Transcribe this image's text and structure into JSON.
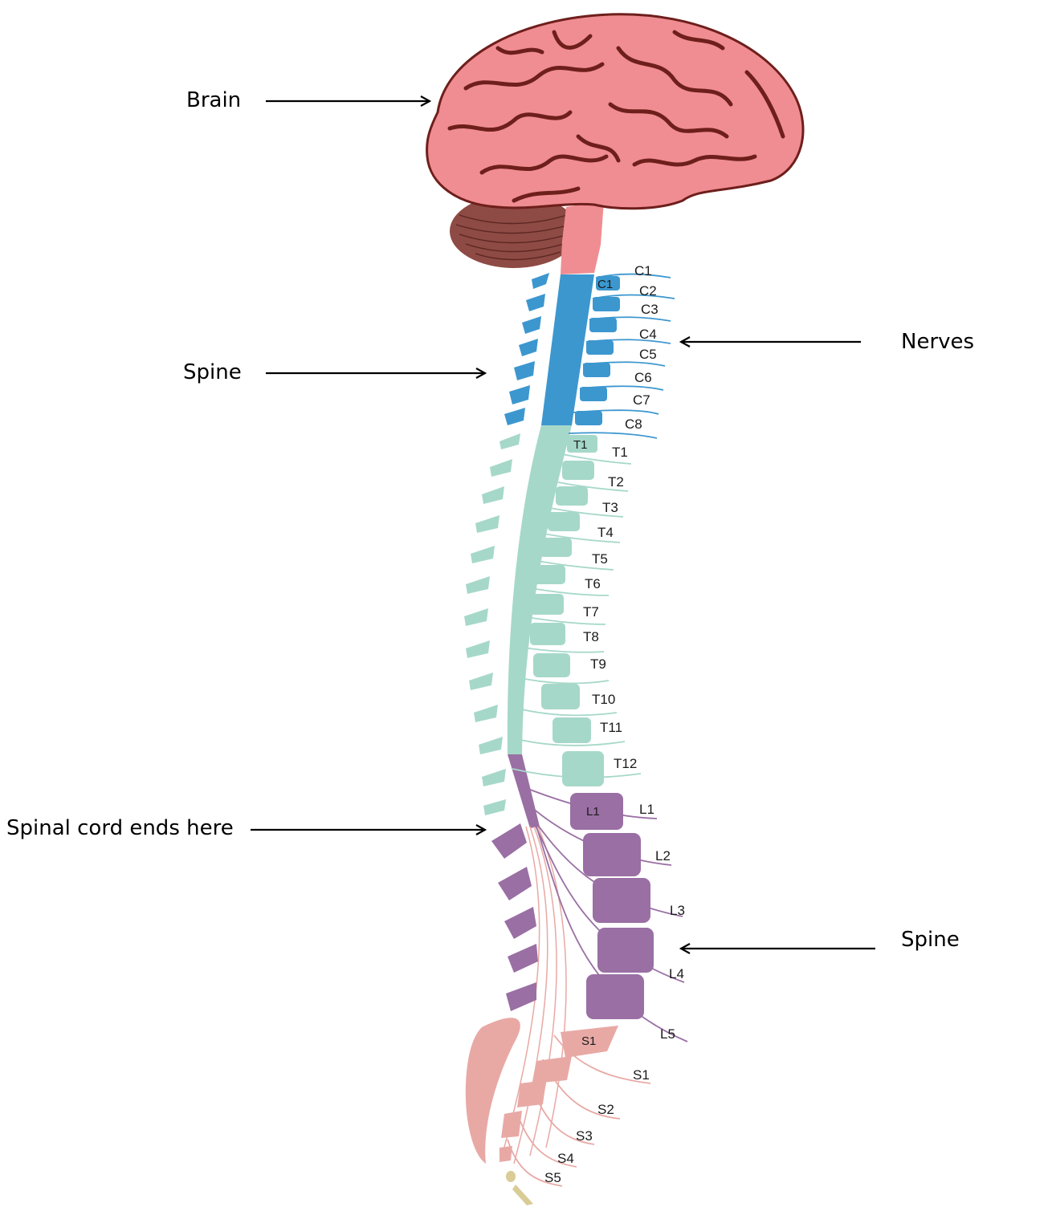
{
  "callouts": {
    "brain": "Brain",
    "spine_upper": "Spine",
    "cord_end": "Spinal cord ends here",
    "nerves": "Nerves",
    "spine_lower": "Spine"
  },
  "colors": {
    "brain": "#f08d92",
    "brain_folds": "#6e1f1c",
    "cerebellum": "#8e4a44",
    "cervical": "#3c97cf",
    "thoracic": "#a6d8c9",
    "lumbar": "#9a6fa4",
    "sacral": "#e8a9a5",
    "coccyx": "#d9cc96"
  },
  "segments": {
    "vertebra_labels": [
      "C1",
      "T1",
      "L1",
      "S1"
    ],
    "cervical": [
      "C1",
      "C2",
      "C3",
      "C4",
      "C5",
      "C6",
      "C7",
      "C8"
    ],
    "thoracic": [
      "T1",
      "T2",
      "T3",
      "T4",
      "T5",
      "T6",
      "T7",
      "T8",
      "T9",
      "T10",
      "T11",
      "T12"
    ],
    "lumbar": [
      "L1",
      "L2",
      "L3",
      "L4",
      "L5"
    ],
    "sacral": [
      "S1",
      "S2",
      "S3",
      "S4",
      "S5"
    ]
  }
}
